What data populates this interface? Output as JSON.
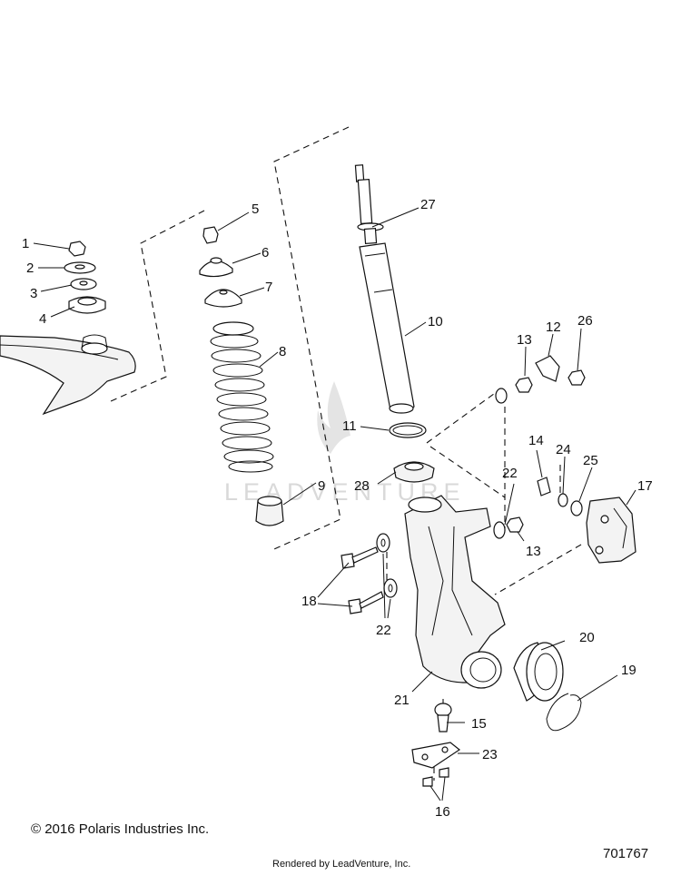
{
  "watermark": "LEADVENTURE",
  "callouts": {
    "c1": "1",
    "c2": "2",
    "c3": "3",
    "c4": "4",
    "c5": "5",
    "c6": "6",
    "c7": "7",
    "c8": "8",
    "c9": "9",
    "c10": "10",
    "c11": "11",
    "c12": "12",
    "c13a": "13",
    "c13b": "13",
    "c14": "14",
    "c15": "15",
    "c16": "16",
    "c17": "17",
    "c18": "18",
    "c19": "19",
    "c20": "20",
    "c21": "21",
    "c22a": "22",
    "c22b": "22",
    "c23": "23",
    "c24": "24",
    "c25": "25",
    "c26": "26",
    "c27": "27",
    "c28": "28"
  },
  "footer": {
    "copyright": "© 2016 Polaris Industries Inc.",
    "rendered_by": "Rendered by LeadVenture, Inc.",
    "diagram_id": "701767"
  }
}
